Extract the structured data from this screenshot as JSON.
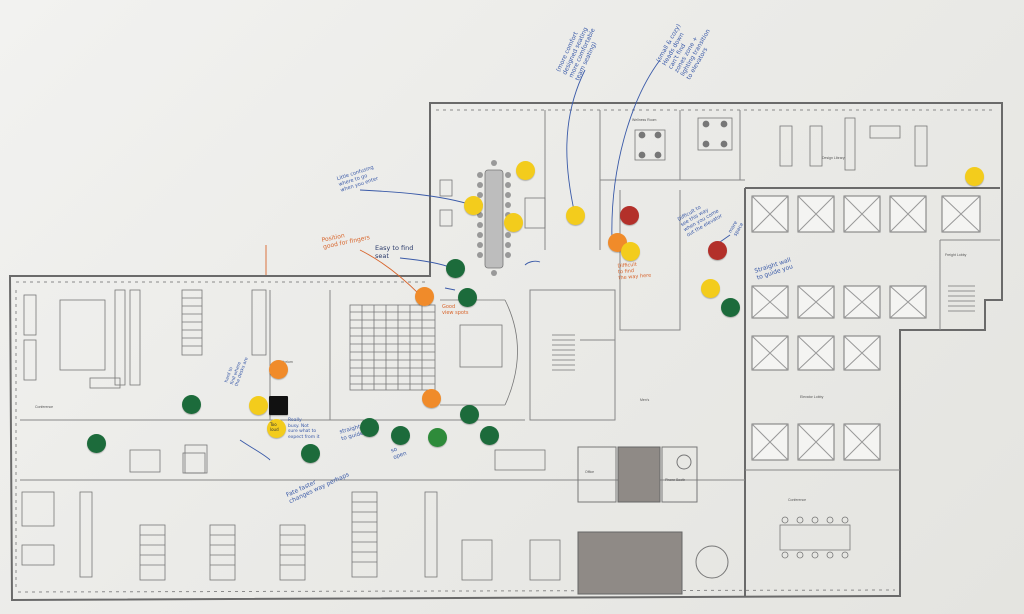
{
  "colors": {
    "green": "#1c6b3b",
    "green_light": "#2e8b3a",
    "yellow": "#f3cc1c",
    "orange": "#f08b2a",
    "red": "#b3302a",
    "black": "#111111",
    "ink_blue": "#3a5aa8",
    "ink_orange": "#d8652c"
  },
  "annotations": {
    "top_left_callout": "(more comfort\ndesigned seating\nmore comfortable\nteam seating)",
    "top_right_callout": "(small & cozy)\nHeads down\ncan't find\nzones zone +\nlighting transition\nto elevators",
    "little_confusing": "Little confusing\nwhere to go\nwhen you enter",
    "position_good": "Position\ngood for fingers",
    "easy_find_seat": "Easy to find\nseat",
    "good_view": "Good\nview spots",
    "hard_wayfinding": "Difficult\nto find\nthe way here",
    "hard_walkway": "Difficult to\nsee this way\nwhen you come\nout the elevator",
    "straight_wall": "Straight wall\nto guide you",
    "too_loud": "Too\nloud",
    "straight_guide": "straight\nto guide you",
    "open": "so\nopen",
    "fate_faster": "Fate faster\nchanges way perhaps",
    "cant_find": "hard to\nfind where\nthe desks are",
    "really_busy": "Really\nbusy. Not\nsure what to\nexpect from it",
    "more_space": "more\nspace"
  },
  "room_labels": {
    "wellness": "Wellness Room",
    "conference_left": "Conference",
    "conference_right": "Conference",
    "auditorium": "Auditorium",
    "elevator_lobby": "Elevator Lobby",
    "freight_lobby": "Freight Lobby",
    "mens": "Men's",
    "office": "Office",
    "phone_booth": "Phone Booth",
    "design_library": "Design Library"
  }
}
